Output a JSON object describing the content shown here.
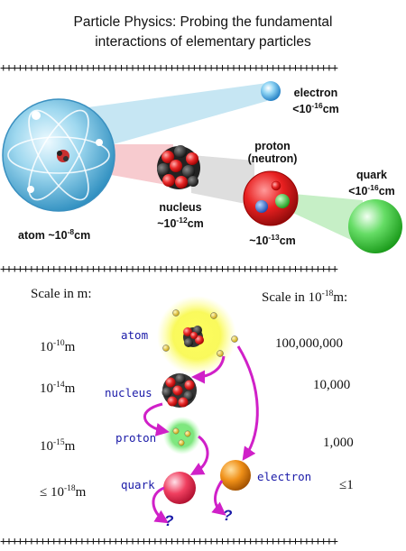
{
  "title": {
    "line1": "Particle Physics: Probing the fundamental",
    "line2": "interactions of elementary particles"
  },
  "separator": "++++++++++++++++++++++++++++++++++++++++++++++++++++++++++++",
  "top": {
    "electron": {
      "name": "electron",
      "size_prefix": "<10",
      "size_exp": "-16",
      "size_unit": "cm"
    },
    "proton": {
      "name": "proton",
      "alt": "(neutron)",
      "size_prefix": "~10",
      "size_exp": "-13",
      "size_unit": "cm"
    },
    "quark": {
      "name": "quark",
      "size_prefix": "<10",
      "size_exp": "-16",
      "size_unit": "cm"
    },
    "nucleus": {
      "name": "nucleus",
      "size_prefix": "~10",
      "size_exp": "-12",
      "size_unit": "cm"
    },
    "atom": {
      "name": "atom",
      "size_prefix": "~10",
      "size_exp": "-8",
      "size_unit": "cm"
    }
  },
  "bottom": {
    "left_header": "Scale in  m:",
    "right_header_prefix": "Scale in 10",
    "right_header_exp": "-18",
    "right_header_suffix": "m:",
    "rows": [
      {
        "left_prefix": "10",
        "left_exp": "-10",
        "left_unit": "m",
        "name": "atom",
        "right": "100,000,000"
      },
      {
        "left_prefix": "10",
        "left_exp": "-14",
        "left_unit": "m",
        "name": "nucleus",
        "right": "10,000"
      },
      {
        "left_prefix": "10",
        "left_exp": "-15",
        "left_unit": "m",
        "name": "proton",
        "right": "1,000"
      },
      {
        "left_prefix": "≤ 10",
        "left_exp": "-18",
        "left_unit": "m",
        "name": "quark",
        "right": "≤1"
      }
    ],
    "electron_label": "electron",
    "unknown_mark": "?"
  },
  "colors": {
    "text_blue": "#1a1aa8",
    "arrow_magenta": "#d020c8",
    "atom_blue": "#5ab4dc",
    "proton_red": "#e82020",
    "quark_green": "#2cc02c",
    "electron_orange": "#e88a10"
  }
}
